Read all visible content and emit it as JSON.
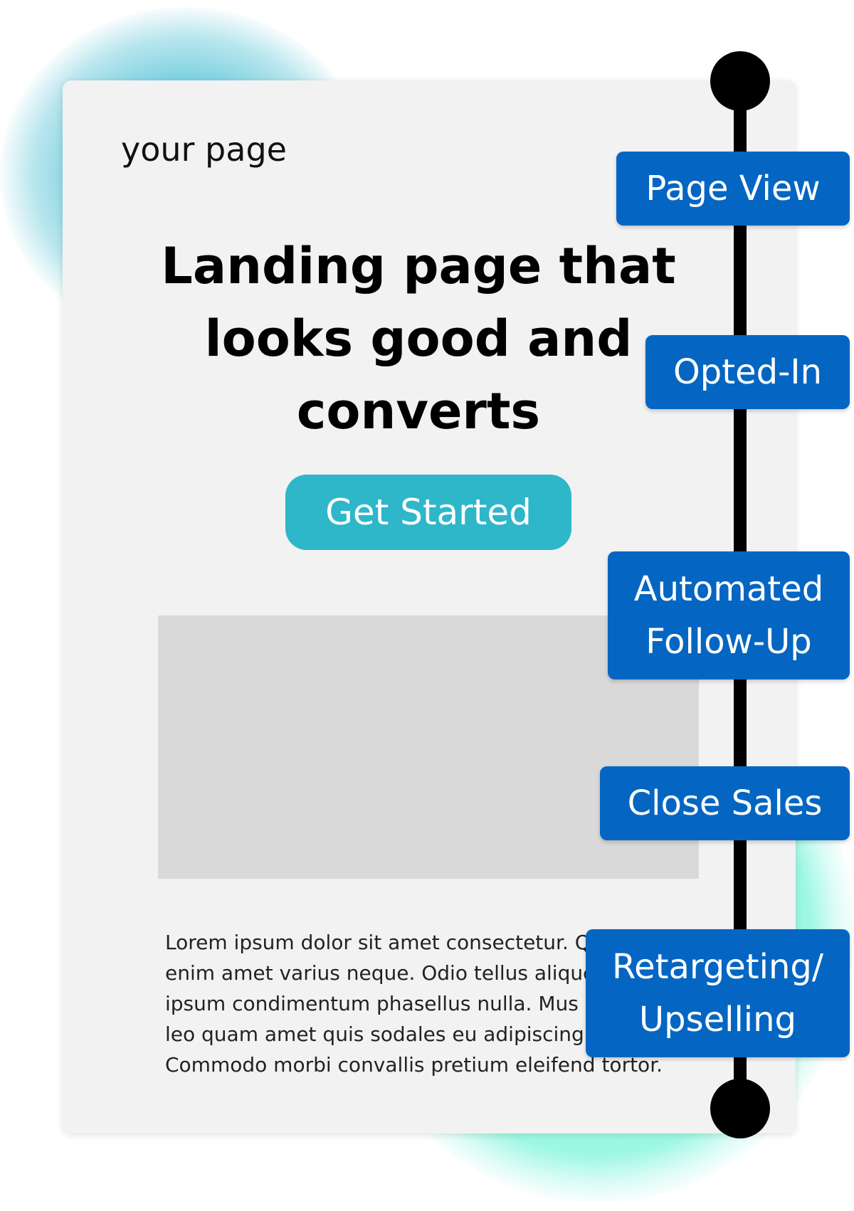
{
  "page": {
    "label": "your page",
    "headline": "Landing page that looks good and converts",
    "cta_label": "Get Started",
    "body_lines": [
      "Lorem ipsum dolor sit amet consectetur. Q",
      "enim amet varius neque. Odio tellus alique",
      "ipsum condimentum phasellus nulla. Mus",
      "leo quam amet quis sodales eu adipiscing.",
      "Commodo morbi convallis pretium eleifend tortor."
    ]
  },
  "timeline": {
    "stages": [
      {
        "lines": [
          "Page View"
        ]
      },
      {
        "lines": [
          "Opted-In"
        ]
      },
      {
        "lines": [
          "Automated",
          "Follow-Up"
        ]
      },
      {
        "lines": [
          "Close Sales"
        ]
      },
      {
        "lines": [
          "Retargeting/",
          "Upselling"
        ]
      }
    ]
  },
  "colors": {
    "stage_fill": "#0466c2",
    "cta_fill": "#2eb6c9",
    "card_fill": "#f2f2f2",
    "placeholder_fill": "#d9d9d9",
    "blob_top": "#4fc3d6",
    "blob_bottom": "#8ff5df",
    "timeline": "#000000"
  }
}
